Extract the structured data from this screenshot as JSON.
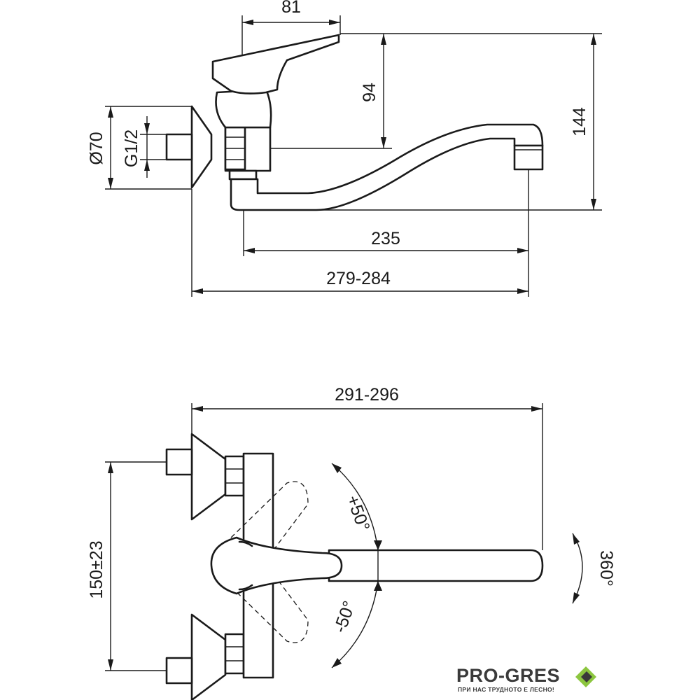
{
  "side_view": {
    "dimensions": {
      "handle_width": "81",
      "handle_height": "94",
      "total_height": "144",
      "spout_reach": "235",
      "total_length": "279-284",
      "flange_diameter": "Ø70",
      "thread": "G1/2"
    }
  },
  "top_view": {
    "dimensions": {
      "total_length": "291-296",
      "centers": "150±23",
      "angle_plus": "+50°",
      "angle_minus": "-50°",
      "rotation": "360°"
    }
  },
  "logo": {
    "name": "PRO-GRES",
    "slogan": "ПРИ НАС ТРУДНОТО Е ЛЕСНО!",
    "colors": {
      "text": "#3a3a3a",
      "mark_light": "#8cc63f",
      "mark_dark": "#3a3a3a"
    }
  }
}
